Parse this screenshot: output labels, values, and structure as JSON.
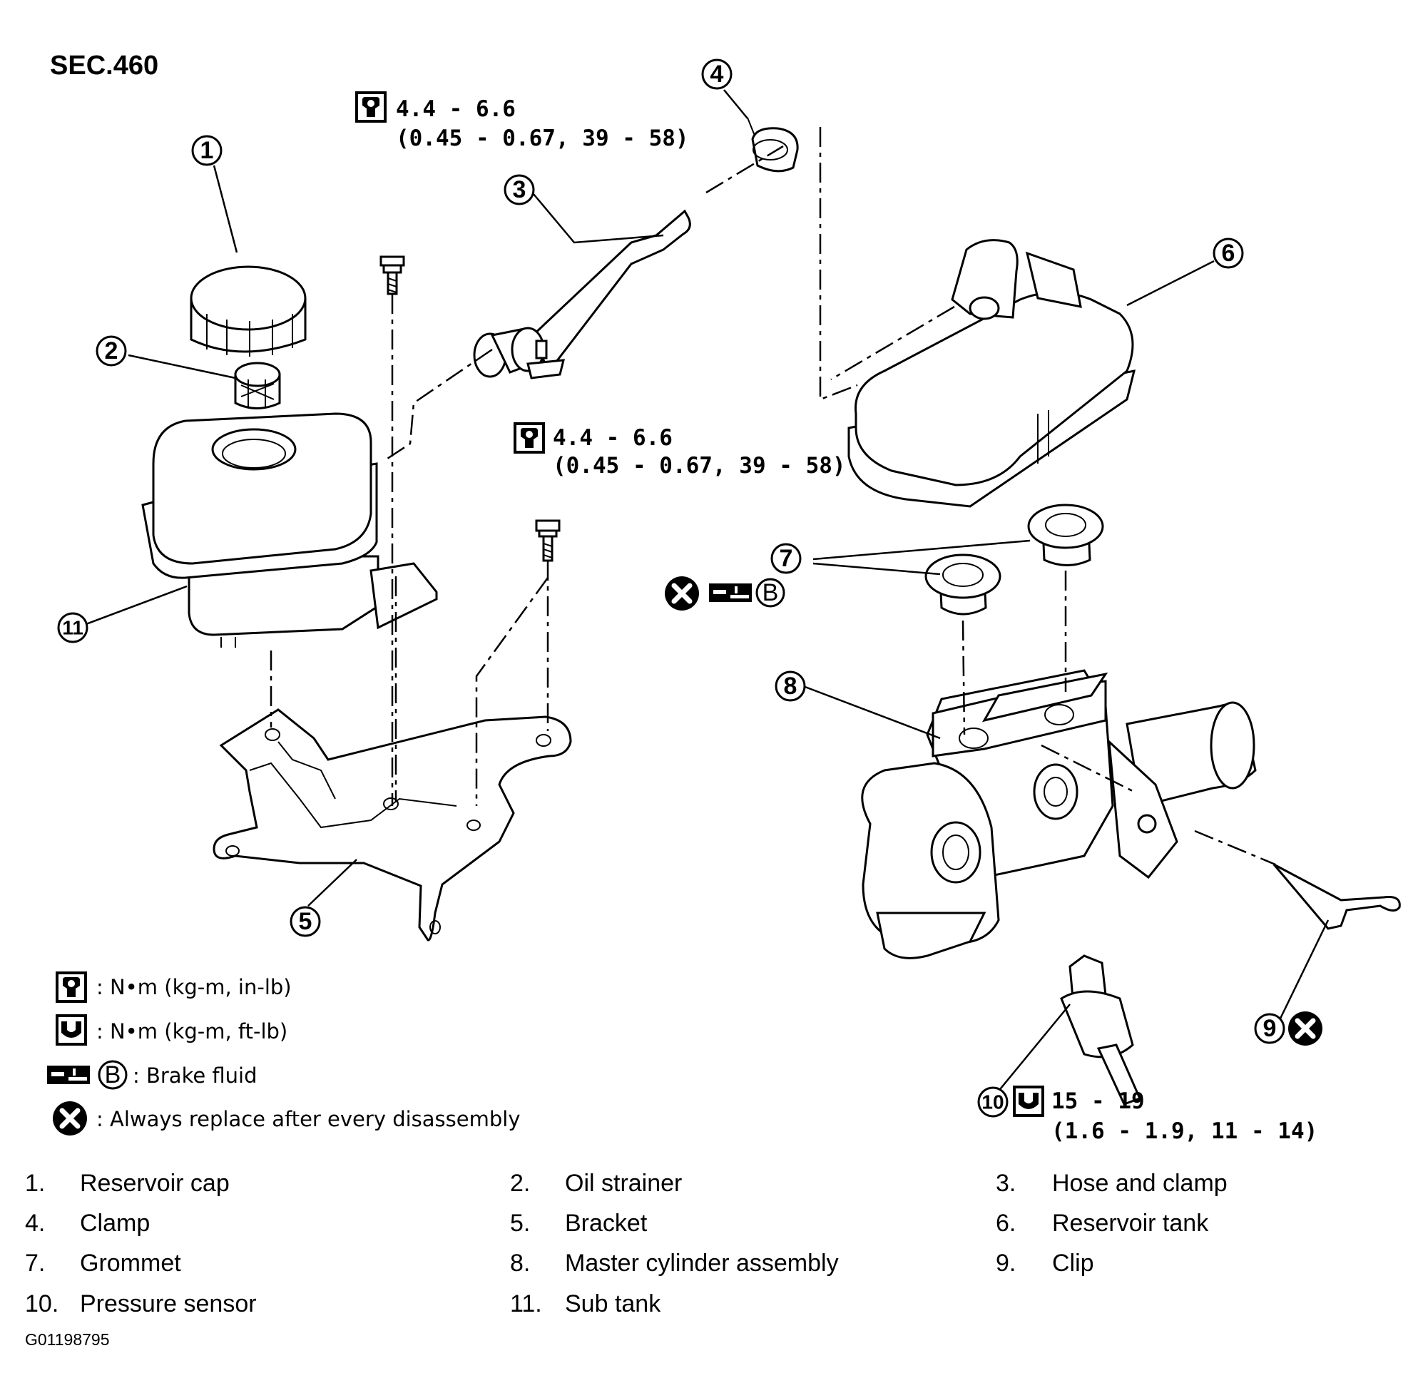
{
  "section": "SEC.460",
  "torque_specs": [
    {
      "id": "bolt-upper",
      "value": "4.4 - 6.6",
      "sub": "(0.45 - 0.67, 39 - 58)"
    },
    {
      "id": "bolt-lower",
      "value": "4.4 - 6.6",
      "sub": "(0.45 - 0.67, 39 - 58)"
    },
    {
      "id": "sensor",
      "value": "15 - 19",
      "sub": "(1.6 - 1.9, 11 - 14)"
    }
  ],
  "callouts": [
    "1",
    "2",
    "3",
    "4",
    "5",
    "6",
    "7",
    "8",
    "9",
    "10",
    "11"
  ],
  "brake_fluid_letter": "B",
  "legend": [
    {
      "icon": "torque-wrench-in-lb-icon",
      "text": ": N•m  (kg-m,  in-lb)"
    },
    {
      "icon": "torque-wrench-ft-lb-icon",
      "text": ": N•m  (kg-m,  ft-lb)"
    },
    {
      "icon": "brake-fluid-icon",
      "letter": "B",
      "text": ": Brake fluid"
    },
    {
      "icon": "replace-icon",
      "text": ": Always replace after every disassembly"
    }
  ],
  "parts": [
    {
      "num": "1.",
      "name": "Reservoir cap"
    },
    {
      "num": "2.",
      "name": "Oil strainer"
    },
    {
      "num": "3.",
      "name": "Hose and clamp"
    },
    {
      "num": "4.",
      "name": "Clamp"
    },
    {
      "num": "5.",
      "name": "Bracket"
    },
    {
      "num": "6.",
      "name": "Reservoir tank"
    },
    {
      "num": "7.",
      "name": "Grommet"
    },
    {
      "num": "8.",
      "name": "Master cylinder assembly"
    },
    {
      "num": "9.",
      "name": "Clip"
    },
    {
      "num": "10.",
      "name": "Pressure sensor"
    },
    {
      "num": "11.",
      "name": "Sub tank"
    }
  ],
  "figure_code": "G01198795"
}
